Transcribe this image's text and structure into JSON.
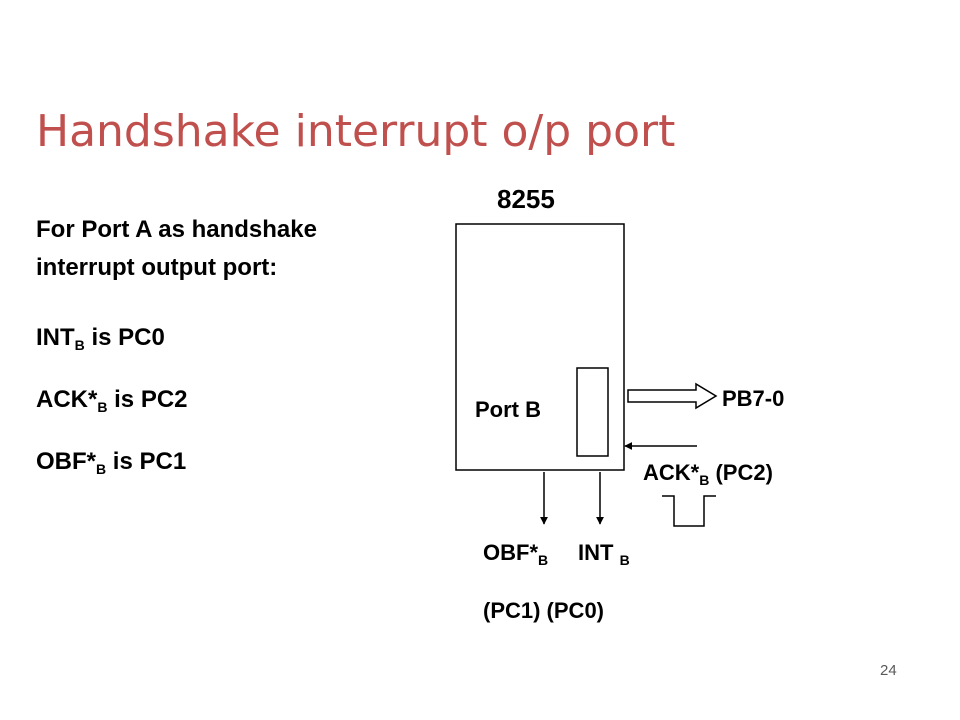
{
  "slide": {
    "title": "Handshake interrupt o/p port",
    "page_number": "24"
  },
  "intro": {
    "line1": "For Port A as handshake",
    "line2": "interrupt output port:"
  },
  "signals": [
    {
      "name": "INT",
      "sub": "B",
      "rest": " is PC0"
    },
    {
      "name": "ACK*",
      "sub": "B",
      "rest": " is PC2"
    },
    {
      "name": "OBF*",
      "sub": "B",
      "rest": " is PC1"
    }
  ],
  "diagram": {
    "chip_label": "8255",
    "port_label": "Port B",
    "bus_label": "PB7-0",
    "ack": {
      "name": "ACK*",
      "sub": "B",
      "pin": " (PC2)"
    },
    "obf": {
      "name": "OBF*",
      "sub": "B"
    },
    "intr": {
      "name": "INT ",
      "sub": "B"
    },
    "bottom_pins": "(PC1) (PC0)"
  }
}
